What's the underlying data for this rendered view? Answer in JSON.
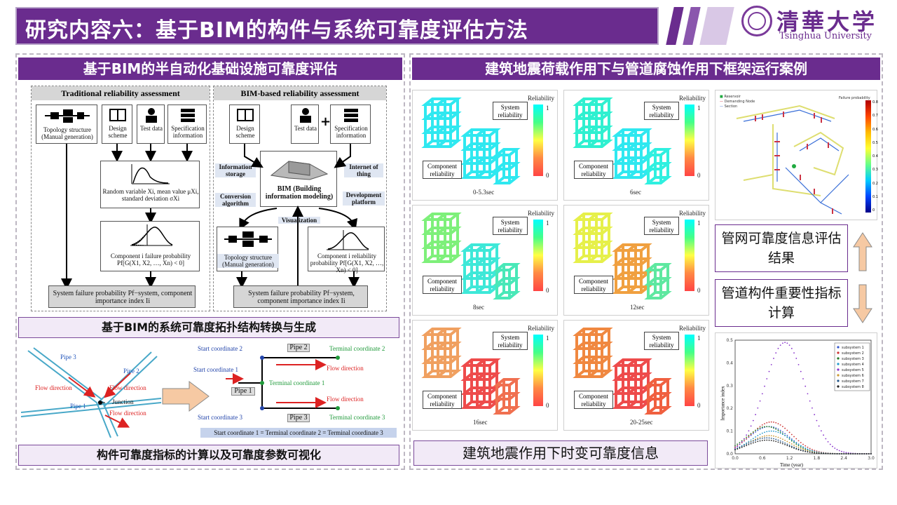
{
  "header": {
    "title": "研究内容六：基于BIM的构件与系统可靠度评估方法",
    "logo_cn": "清華大学",
    "logo_en": "Tsinghua University"
  },
  "left_panel": {
    "title": "基于BIM的半自动化基础设施可靠度评估",
    "traditional": {
      "title": "Traditional reliability assessment",
      "topology": "Topology structure (Manual generation)",
      "design": "Design scheme",
      "test": "Test data",
      "spec": "Specification information",
      "random_var": "Random variable Xi, mean value μXi, standard deviation σXi",
      "component_fp": "Component i failure probability Pf[G(X1, X2, …, Xn) < 0]",
      "system_fp": "System failure probability Pf−system, component importance index Ii"
    },
    "bim_based": {
      "title": "BIM-based reliability assessment",
      "design": "Design scheme",
      "test": "Test data",
      "spec": "Specification information",
      "plus": "+",
      "info_storage": "Information storage",
      "iot": "Internet of thing",
      "conversion": "Conversion algorithm",
      "bim": "BIM (Building information modeling)",
      "dev_platform": "Development platform",
      "visualization": "Visualization",
      "topology": "Topology structure (Manual generation)",
      "component_r": "Component i reliability probability Pf[G(X1, X2, …, Xn) < 0]",
      "system_fp": "System failure probability Pf−system, component importance index Ii"
    },
    "sub_title_1": "基于BIM的系统可靠度拓扑结构转换与生成",
    "pipe_left": {
      "pipe3": "Pipe 3",
      "pipe2": "Pipe 2",
      "pipe1": "Pipe 1",
      "flow1": "Flow direction",
      "flow2": "Flow direction",
      "flow3": "Flow direction",
      "junction": "Junction"
    },
    "pipe_right": {
      "start2": "Start coordinate 2",
      "pipe2": "Pipe 2",
      "term2": "Terminal coordinate 2",
      "start1": "Start coordinate 1",
      "flow_a": "Flow direction",
      "pipe1": "Pipe 1",
      "term1": "Terminal coordinate 1",
      "flow_b": "Flow direction",
      "start3": "Start coordinate 3",
      "pipe3": "Pipe 3",
      "term3": "Terminal coordinate 3",
      "equation": "Start coordinate 1 = Terminal coordinate 2 = Terminal coordinate 3"
    },
    "sub_title_2": "构件可靠度指标的计算以及可靠度参数可视化"
  },
  "right_panel": {
    "title": "建筑地震荷载作用下与管道腐蚀作用下框架运行案例",
    "frames": [
      {
        "time": "0-5.3sec",
        "level": 0.95,
        "colorA": "#2fe8f0",
        "colorB": "#2fe8f0",
        "colorC": "#2fe8f0"
      },
      {
        "time": "6sec",
        "level": 0.9,
        "colorA": "#2ff0d0",
        "colorB": "#2fe8f0",
        "colorC": "#2ff0e0"
      },
      {
        "time": "8sec",
        "level": 0.75,
        "colorA": "#7ef07a",
        "colorB": "#3ee8d8",
        "colorC": "#49e8b8"
      },
      {
        "time": "12sec",
        "level": 0.45,
        "colorA": "#e6f04a",
        "colorB": "#f0a040",
        "colorC": "#5ee8a0"
      },
      {
        "time": "16sec",
        "level": 0.2,
        "colorA": "#f0a060",
        "colorB": "#ee4b4b",
        "colorC": "#f07050"
      },
      {
        "time": "20-25sec",
        "level": 0.1,
        "colorA": "#f08840",
        "colorB": "#ee4b4b",
        "colorC": "#f06040"
      }
    ],
    "frame_labels": {
      "reliability": "Reliability",
      "max": "1",
      "min": "0",
      "system": "System reliability",
      "component": "Component reliability"
    },
    "caption_bottom": "建筑地震作用下时变可靠度信息",
    "side_label_1": "管网可靠度信息评估结果",
    "side_label_2": "管道构件重要性指标计算",
    "network_legend": [
      "Reservoir",
      "Demanding Node",
      "Section"
    ],
    "colorbar_title": "Failure probability",
    "colorbar_ticks": [
      "0.8",
      "0.7",
      "0.6",
      "0.5",
      "0.4",
      "0.3",
      "0.2",
      "0.1",
      "0"
    ],
    "chart_data": {
      "type": "scatter",
      "xlabel": "Time (year)",
      "ylabel": "Importance index",
      "xlim": [
        0,
        3.0
      ],
      "ylim": [
        0,
        0.5
      ],
      "xticks": [
        "0.0",
        "0.6",
        "1.2",
        "1.8",
        "2.4",
        "3.0"
      ],
      "yticks": [
        "0.0",
        "0.1",
        "0.2",
        "0.3",
        "0.4",
        "0.5"
      ],
      "legend": "top-right",
      "series": [
        {
          "name": "subsystem 1",
          "color": "#3355cc",
          "peak": 0.12,
          "peak_t": 0.75
        },
        {
          "name": "subsystem 2",
          "color": "#cc3333",
          "peak": 0.14,
          "peak_t": 0.8
        },
        {
          "name": "subsystem 3",
          "color": "#227722",
          "peak": 0.12,
          "peak_t": 0.7
        },
        {
          "name": "subsystem 4",
          "color": "#2299cc",
          "peak": 0.1,
          "peak_t": 0.8
        },
        {
          "name": "subsystem 5",
          "color": "#8833cc",
          "peak": 0.49,
          "peak_t": 1.1
        },
        {
          "name": "subsystem 6",
          "color": "#cc9933",
          "peak": 0.08,
          "peak_t": 0.75
        },
        {
          "name": "subsystem 7",
          "color": "#225588",
          "peak": 0.07,
          "peak_t": 0.7
        },
        {
          "name": "subsystem 8",
          "color": "#222222",
          "peak": 0.06,
          "peak_t": 0.7
        }
      ]
    }
  }
}
